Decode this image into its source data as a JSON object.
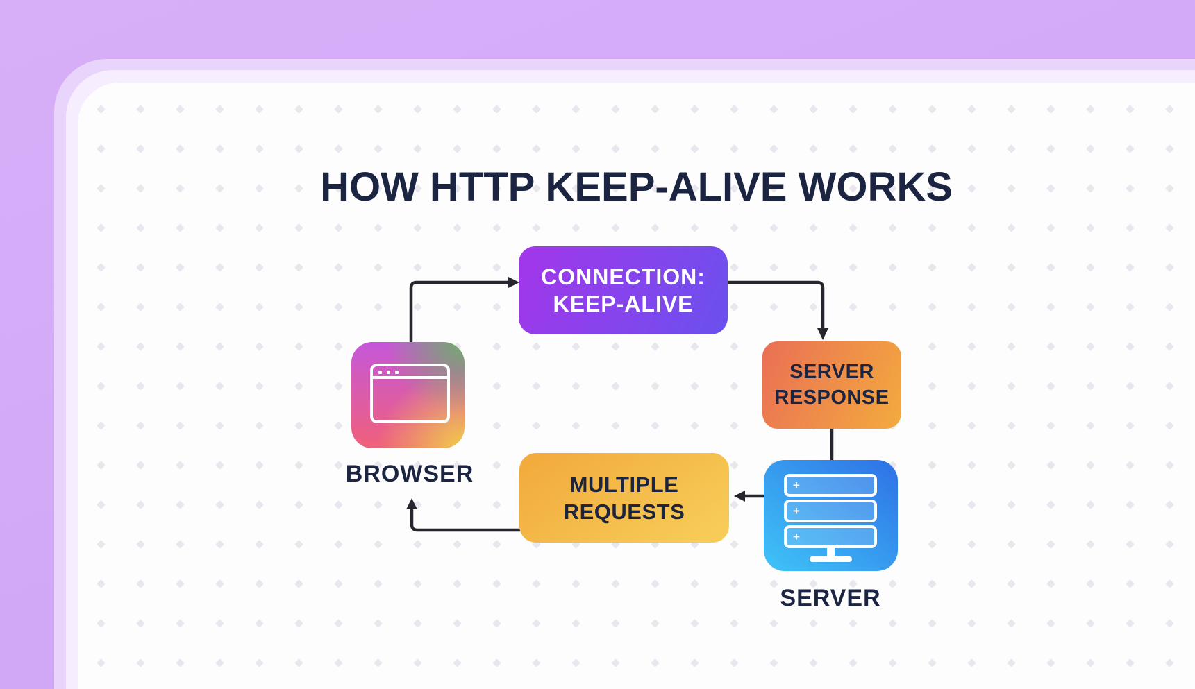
{
  "title": "HOW HTTP KEEP-ALIVE WORKS",
  "nodes": {
    "connection": {
      "line1": "CONNECTION:",
      "line2": "KEEP-ALIVE"
    },
    "server_response": {
      "line1": "SERVER",
      "line2": "RESPONSE"
    },
    "multiple_requests": {
      "line1": "MULTIPLE",
      "line2": "REQUESTS"
    },
    "browser_label": "BROWSER",
    "server_label": "SERVER"
  },
  "icons": {
    "browser": "browser-window-icon",
    "server": "server-rack-icon",
    "rack_row_glyph": "+"
  },
  "flow": [
    {
      "from": "BROWSER",
      "to": "CONNECTION: KEEP-ALIVE"
    },
    {
      "from": "CONNECTION: KEEP-ALIVE",
      "to": "SERVER RESPONSE"
    },
    {
      "from": "SERVER RESPONSE",
      "to": "SERVER"
    },
    {
      "from": "SERVER",
      "to": "MULTIPLE REQUESTS"
    },
    {
      "from": "MULTIPLE REQUESTS",
      "to": "BROWSER"
    }
  ],
  "colors": {
    "bg_outer_1": "#d7aff9",
    "bg_outer_2": "#cba3f3",
    "band_mid": "#e9d5fb",
    "band_inner": "#f6edfe",
    "card_bg": "#fdfdfe",
    "dot": "#e9e6ee",
    "text_navy": "#1b2440",
    "arrow": "#27262e",
    "connection_grad_1": "#a336ea",
    "connection_grad_2": "#6a51ee",
    "connection_text": "#ffffff",
    "response_grad_1": "#ea6f55",
    "response_grad_2": "#f3ab3e",
    "requests_grad_1": "#f1a93b",
    "requests_grad_2": "#f7cb57",
    "server_grad_1": "#3fc4f8",
    "server_grad_2": "#2e71e5",
    "browser_tl": "#c557da",
    "browser_tr": "#6fae68",
    "browser_bl": "#f0607a",
    "browser_br": "#f0cd4a"
  }
}
